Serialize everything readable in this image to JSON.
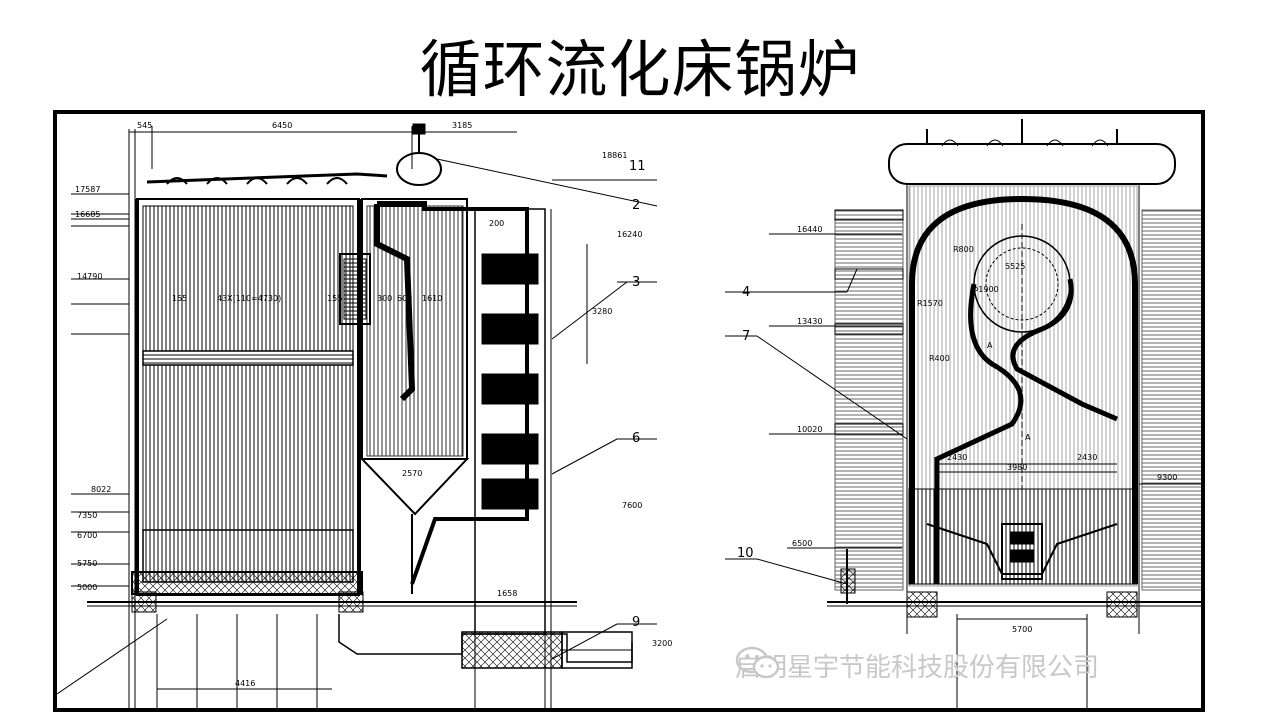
{
  "title": "循环流化床锅炉",
  "watermark": {
    "text": "启明星宇节能科技股份有限公司",
    "icon": "wechat-icon"
  },
  "left_view": {
    "dimensions": [
      "545",
      "6450",
      "3185",
      "18861",
      "17587",
      "16685",
      "14790",
      "200",
      "16240",
      "155",
      "43X(110=4730)",
      "155",
      "300",
      "600",
      "1610",
      "3280",
      "2570",
      "7600",
      "8022",
      "7350",
      "6700",
      "5750",
      "5000",
      "1658",
      "3200",
      "4416"
    ],
    "callouts": [
      "11",
      "2",
      "3",
      "6",
      "9"
    ]
  },
  "right_view": {
    "dimensions": [
      "16440",
      "13430",
      "10020",
      "R800",
      "5525",
      "Φ1900",
      "R1570",
      "R400",
      "A",
      "A",
      "2430",
      "3980",
      "2430",
      "6500",
      "9300",
      "5700"
    ],
    "callouts": [
      "4",
      "7",
      "10"
    ]
  },
  "colors": {
    "line": "#000000",
    "watermark": "#c8c8c8"
  }
}
